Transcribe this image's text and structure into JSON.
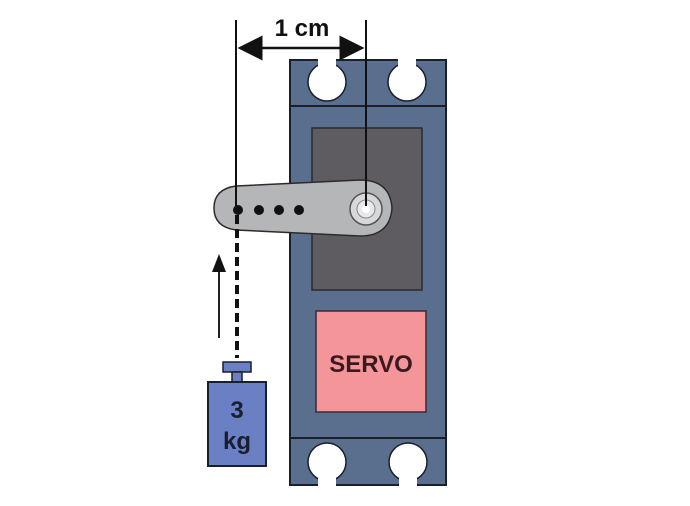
{
  "diagram": {
    "dimension_label": "1 cm",
    "servo_label": "SERVO",
    "weight_value": "3",
    "weight_unit": "kg",
    "colors": {
      "servo_body": "#5a6f8e",
      "servo_window": "#5f5c61",
      "servo_label_box": "#f4959a",
      "servo_label_text": "#3a1a1e",
      "horn": "#b5b6b8",
      "weight": "#6b80c4",
      "outline": "#1a1f2e"
    }
  }
}
